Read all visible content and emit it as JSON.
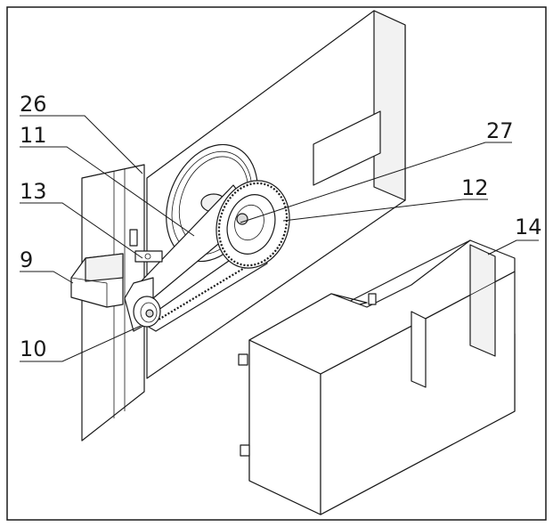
{
  "labels": {
    "l26": "26",
    "l11": "11",
    "l13": "13",
    "l9": "9",
    "l10": "10",
    "l27": "27",
    "l12": "12",
    "l14": "14"
  }
}
